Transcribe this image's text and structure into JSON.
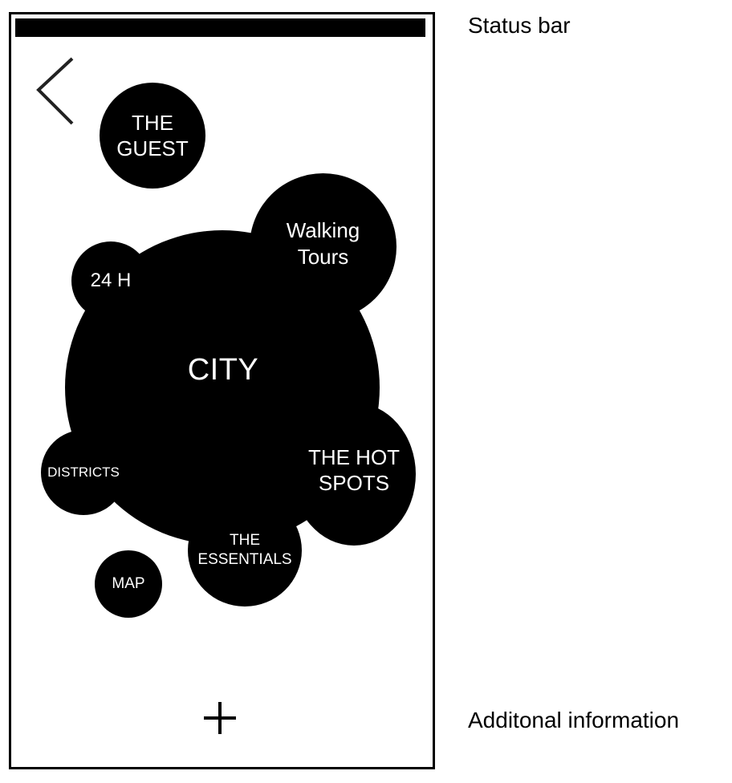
{
  "status_bar": {
    "annotation": "Status bar"
  },
  "navigation": {
    "back_icon": "chevron-left-icon"
  },
  "bubbles": {
    "guest": "THE\nGUEST",
    "walking_tours": "Walking\nTours",
    "twenty_four_h": "24 H",
    "city": "CITY",
    "districts": "DISTRICTS",
    "hot_spots": "THE HOT\nSPOTS",
    "essentials": "THE\nESSENTIALS",
    "map": "MAP"
  },
  "footer": {
    "plus_icon": "plus-icon",
    "annotation": "Additonal information"
  },
  "colors": {
    "ink": "#000000",
    "paper": "#ffffff"
  }
}
